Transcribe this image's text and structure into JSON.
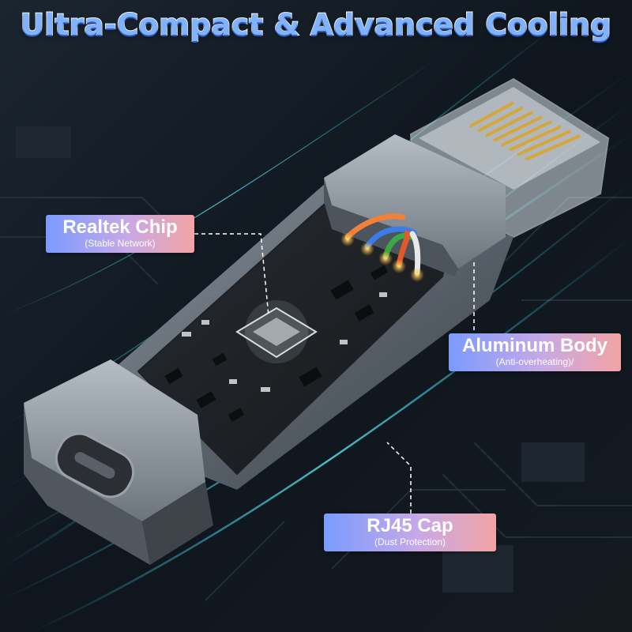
{
  "headline": "Ultra-Compact & Advanced Cooling",
  "labels": {
    "chip": {
      "title": "Realtek Chip",
      "subtitle": "(Stable Network)"
    },
    "body": {
      "title": "Aluminum Body",
      "subtitle": "(Anti-overheating)/"
    },
    "cap": {
      "title": "RJ45 Cap",
      "subtitle": "(Dust Protection)"
    }
  },
  "colors": {
    "headline_fill": "#7fb2ff",
    "label_gradient_start": "#7a9bff",
    "label_gradient_end": "#f2a3a3",
    "wire_orange": "#f0803a",
    "wire_blue": "#3a7de8",
    "wire_green": "#3aa845",
    "wire_white": "#e8e8e8"
  }
}
